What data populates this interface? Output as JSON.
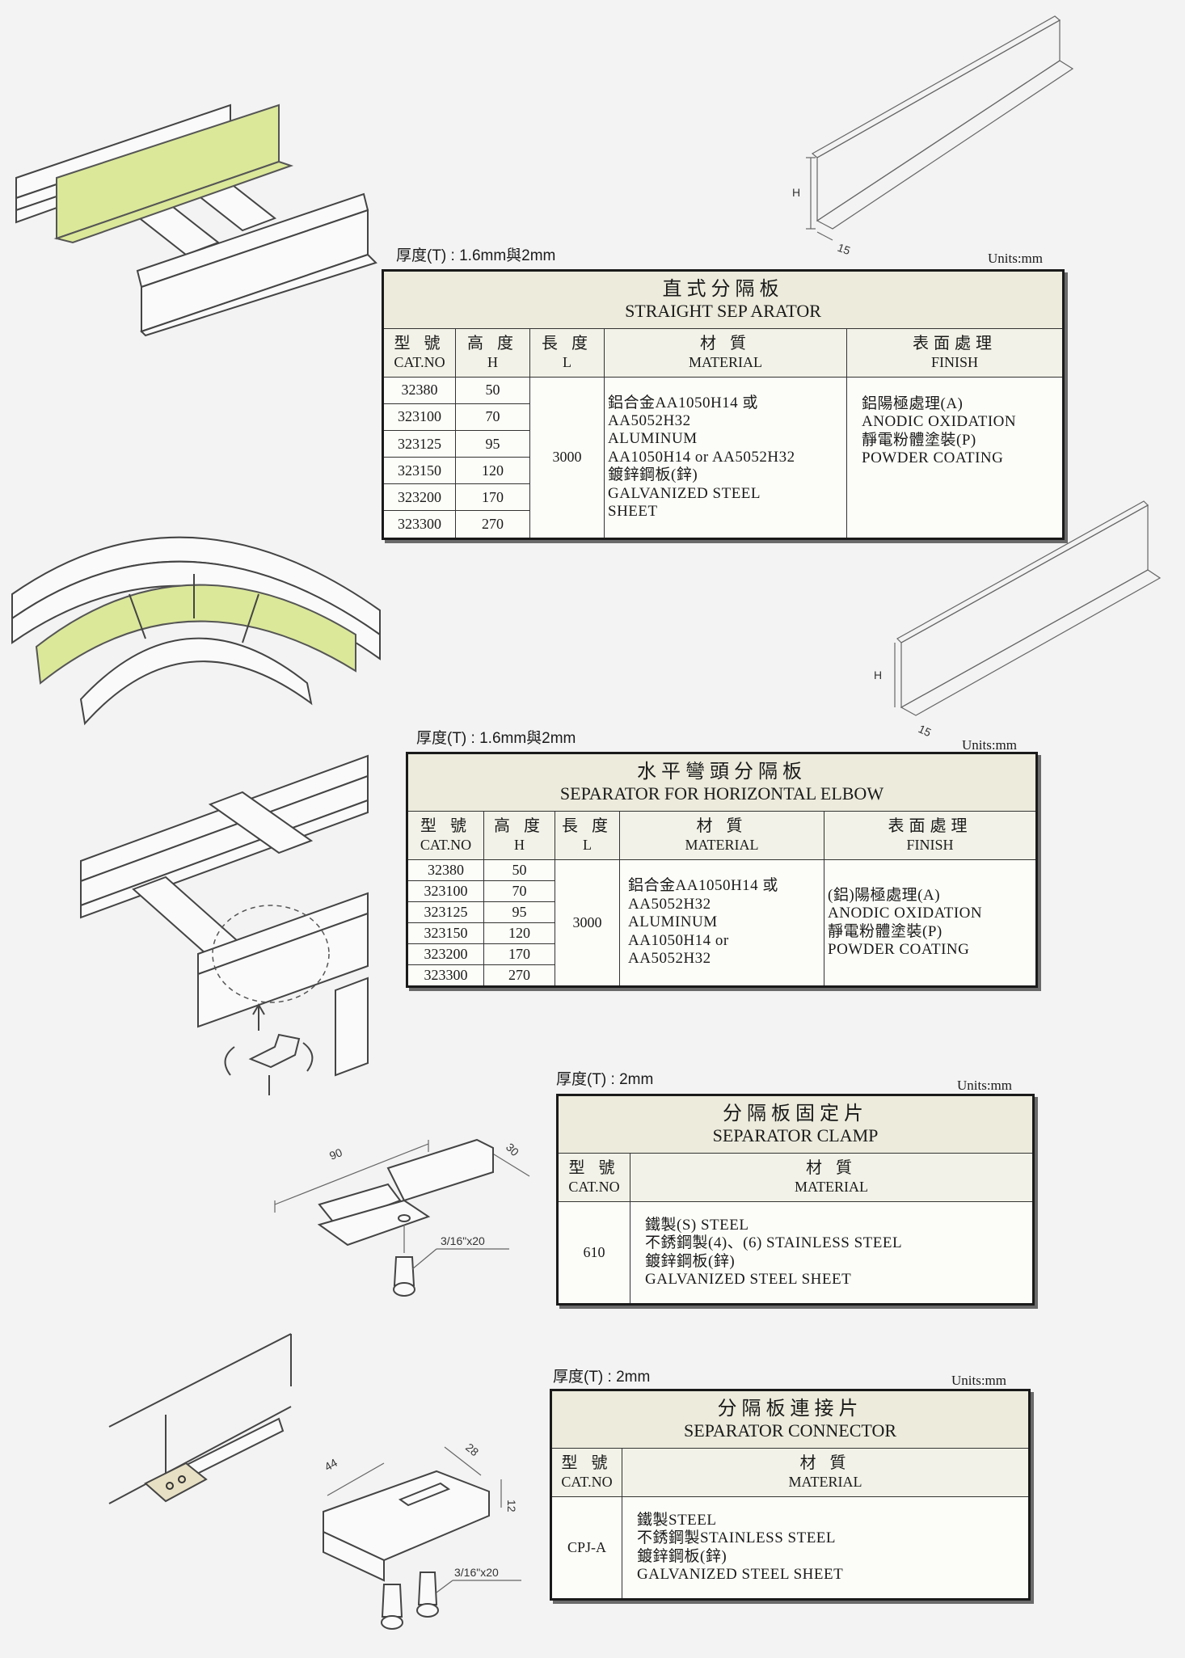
{
  "sections": [
    {
      "thickness": "厚度(T) : 1.6mm與2mm",
      "units": "Units:mm",
      "title_cn": "直式分隔板",
      "title_en": "STRAIGHT SEP ARATOR",
      "headers": {
        "cat_cn": "型 號",
        "cat_en": "CAT.NO",
        "h_cn": "高 度",
        "h_en": "H",
        "l_cn": "長 度",
        "l_en": "L",
        "mat_cn": "材 質",
        "mat_en": "MATERIAL",
        "fin_cn": "表面處理",
        "fin_en": "FINISH"
      },
      "rows": [
        {
          "cat": "32380",
          "h": "50"
        },
        {
          "cat": "323100",
          "h": "70"
        },
        {
          "cat": "323125",
          "h": "95"
        },
        {
          "cat": "323150",
          "h": "120"
        },
        {
          "cat": "323200",
          "h": "170"
        },
        {
          "cat": "323300",
          "h": "270"
        }
      ],
      "length": "3000",
      "material": [
        "鋁合金AA1050H14 或",
        "AA5052H32",
        "ALUMINUM",
        "AA1050H14 or AA5052H32",
        "鍍鋅鋼板(鋅)",
        "GALVANIZED STEEL",
        "SHEET"
      ],
      "finish": [
        "鋁陽極處理(A)",
        "ANODIC OXIDATION",
        "靜電粉體塗裝(P)",
        "POWDER COATING"
      ],
      "drawing_labels": {
        "h": "H",
        "w": "15"
      }
    },
    {
      "thickness": "厚度(T) : 1.6mm與2mm",
      "units": "Units:mm",
      "title_cn": "水平彎頭分隔板",
      "title_en": "SEPARATOR FOR HORIZONTAL ELBOW",
      "headers": {
        "cat_cn": "型 號",
        "cat_en": "CAT.NO",
        "h_cn": "高 度",
        "h_en": "H",
        "l_cn": "長 度",
        "l_en": "L",
        "mat_cn": "材 質",
        "mat_en": "MATERIAL",
        "fin_cn": "表面處理",
        "fin_en": "FINISH"
      },
      "rows": [
        {
          "cat": "32380",
          "h": "50"
        },
        {
          "cat": "323100",
          "h": "70"
        },
        {
          "cat": "323125",
          "h": "95"
        },
        {
          "cat": "323150",
          "h": "120"
        },
        {
          "cat": "323200",
          "h": "170"
        },
        {
          "cat": "323300",
          "h": "270"
        }
      ],
      "length": "3000",
      "material": [
        "鋁合金AA1050H14 或",
        "AA5052H32",
        "ALUMINUM",
        "AA1050H14 or",
        "AA5052H32"
      ],
      "finish": [
        "(鋁)陽極處理(A)",
        "ANODIC OXIDATION",
        "靜電粉體塗裝(P)",
        "POWDER COATING"
      ],
      "drawing_labels": {
        "h": "H",
        "w": "15"
      }
    },
    {
      "thickness": "厚度(T) : 2mm",
      "units": "Units:mm",
      "title_cn": "分隔板固定片",
      "title_en": "SEPARATOR CLAMP",
      "headers": {
        "cat_cn": "型 號",
        "cat_en": "CAT.NO",
        "mat_cn": "材 質",
        "mat_en": "MATERIAL"
      },
      "cat": "610",
      "material": [
        "鐵製(S) STEEL",
        "不銹鋼製(4)、(6) STAINLESS STEEL",
        "鍍鋅鋼板(鋅)",
        "GALVANIZED STEEL SHEET"
      ],
      "drawing_labels": {
        "len": "90",
        "wid": "30",
        "bolt": "3/16\"x20"
      }
    },
    {
      "thickness": "厚度(T) : 2mm",
      "units": "Units:mm",
      "title_cn": "分隔板連接片",
      "title_en": "SEPARATOR CONNECTOR",
      "headers": {
        "cat_cn": "型 號",
        "cat_en": "CAT.NO",
        "mat_cn": "材 質",
        "mat_en": "MATERIAL"
      },
      "cat": "CPJ-A",
      "material": [
        "鐵製STEEL",
        "不銹鋼製STAINLESS STEEL",
        "鍍鋅鋼板(鋅)",
        "GALVANIZED STEEL SHEET"
      ],
      "drawing_labels": {
        "len": "44",
        "wid": "28",
        "hgt": "12",
        "bolt": "3/16\"x20"
      }
    }
  ],
  "colors": {
    "separator_highlight": "#dbe89a",
    "table_header": "#ecebdc"
  }
}
